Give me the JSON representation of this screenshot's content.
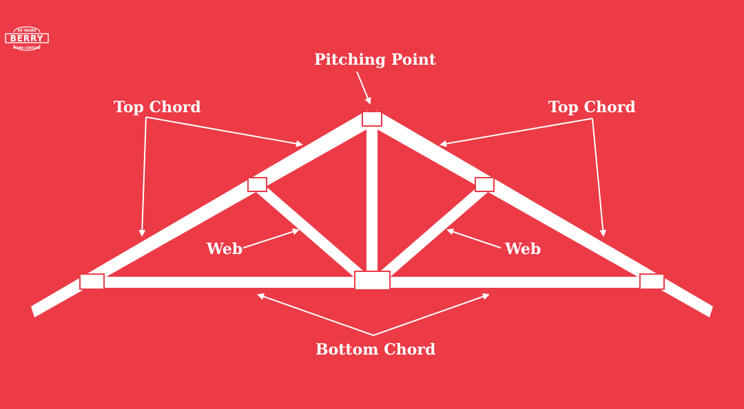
{
  "colors": {
    "background": "#EC3A46",
    "truss": "#FFFFFF"
  },
  "logo": {
    "text": "BERRY",
    "top_text": "50 YEARS",
    "bottom_text": "HOME CENTERS",
    "icon": "berry-logo-icon"
  },
  "labels": {
    "pitching_point": "Pitching Point",
    "top_chord_left": "Top Chord",
    "top_chord_right": "Top Chord",
    "web_left": "Web",
    "web_right": "Web",
    "bottom_chord": "Bottom Chord"
  }
}
